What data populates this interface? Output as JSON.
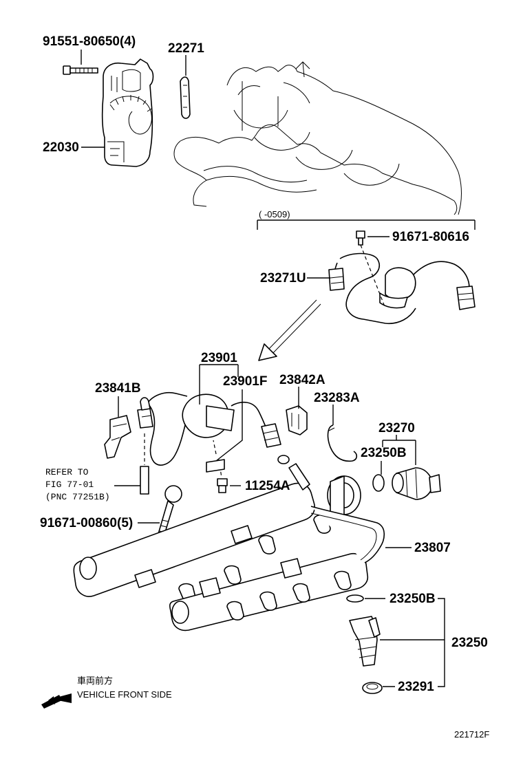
{
  "labels": {
    "p91551_80650": "91551-80650(4)",
    "p22271": "22271",
    "p22030": "22030",
    "p0509": "(      -0509)",
    "p91671_80616": "91671-80616",
    "p23271U": "23271U",
    "p23901": "23901",
    "p23901F": "23901F",
    "p23842A": "23842A",
    "p23841B": "23841B",
    "p23283A": "23283A",
    "p23270": "23270",
    "p23250B_top": "23250B",
    "p11254A": "11254A",
    "p91671_00860": "91671-00860(5)",
    "p23807": "23807",
    "p23250B_bottom": "23250B",
    "p23250": "23250",
    "p23291": "23291",
    "refer_line1": "REFER TO",
    "refer_line2": "FIG 77-01",
    "refer_line3": "(PNC 77251B)",
    "front_jp": "車両前方",
    "front_en": "VEHICLE FRONT SIDE",
    "diagram_id": "221712F"
  },
  "icons": {
    "front_arrow": "left-arrow-icon",
    "direction_arrow": "diagonal-arrow-icon"
  }
}
